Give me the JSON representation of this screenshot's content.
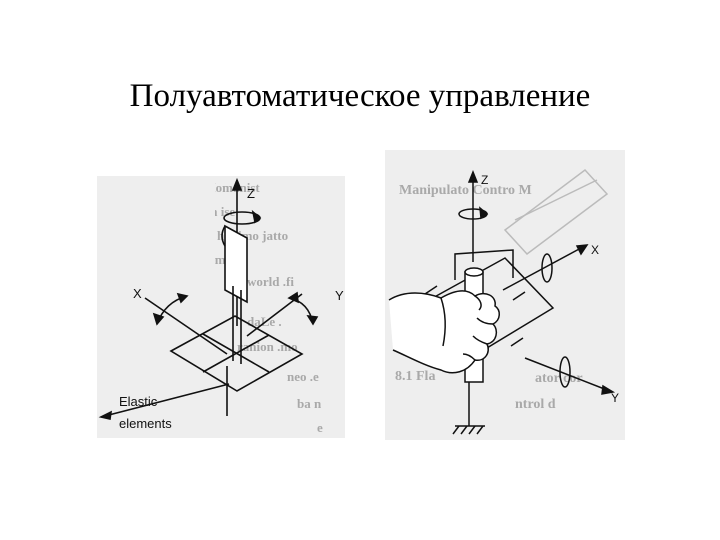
{
  "slide": {
    "title": "Полуавтоматическое управление"
  },
  "left_figure": {
    "axis_z": "Z",
    "axis_x": "X",
    "axis_y": "Y",
    "label_line1": "Elastic",
    "label_line2": "elements"
  },
  "right_figure": {
    "axis_z": "Z",
    "axis_x": "X",
    "axis_y": "Y"
  },
  "colors": {
    "background": "#ffffff",
    "figure_bg": "#eeeeee",
    "line": "#111111"
  }
}
